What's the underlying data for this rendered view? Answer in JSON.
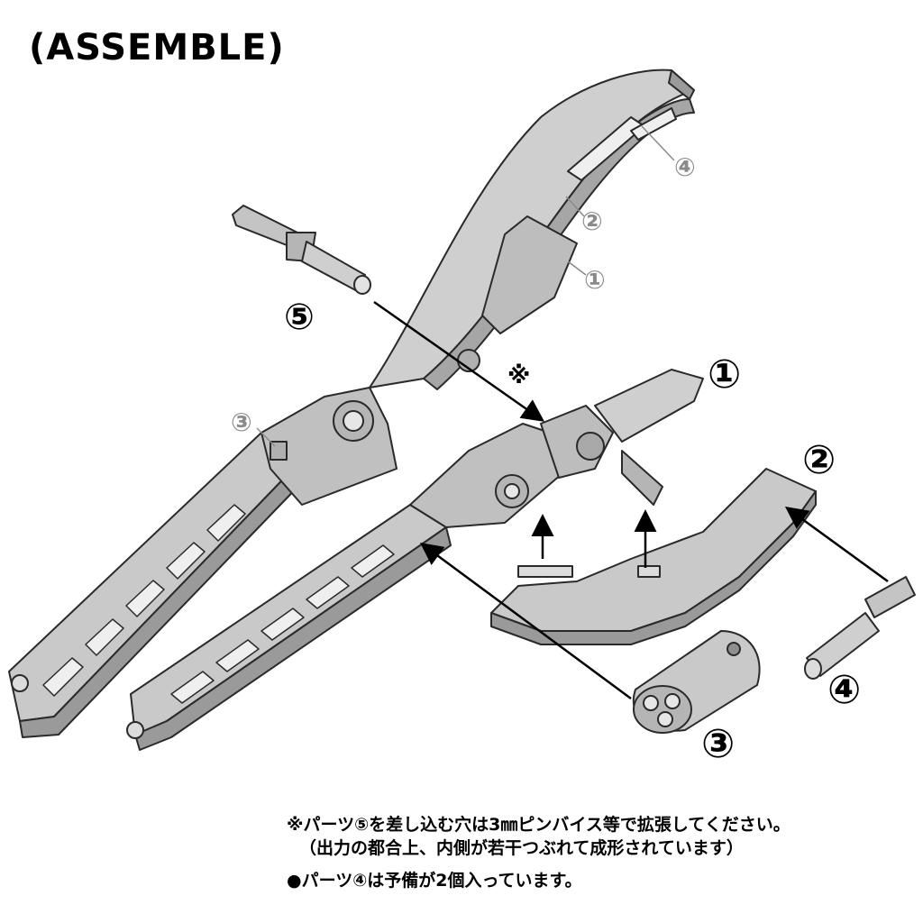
{
  "title": "(ASSEMBLE)",
  "asterisk_mark": "※",
  "part_labels": {
    "p1": "①",
    "p2": "②",
    "p3": "③",
    "p4": "④",
    "p5": "⑤"
  },
  "notes": {
    "line1": "※パーツ⑤を差し込む穴は3㎜ピンバイス等で拡張してください。",
    "line2": "（出力の都合上、内側が若干つぶれて成形されています）",
    "line3": "●パーツ④は予備が2個入っています。"
  },
  "colors": {
    "part_fill": "#c9c9c9",
    "part_dark": "#8f8f8f",
    "outline": "#2a2a2a",
    "gray_label": "#8a8a8a"
  }
}
